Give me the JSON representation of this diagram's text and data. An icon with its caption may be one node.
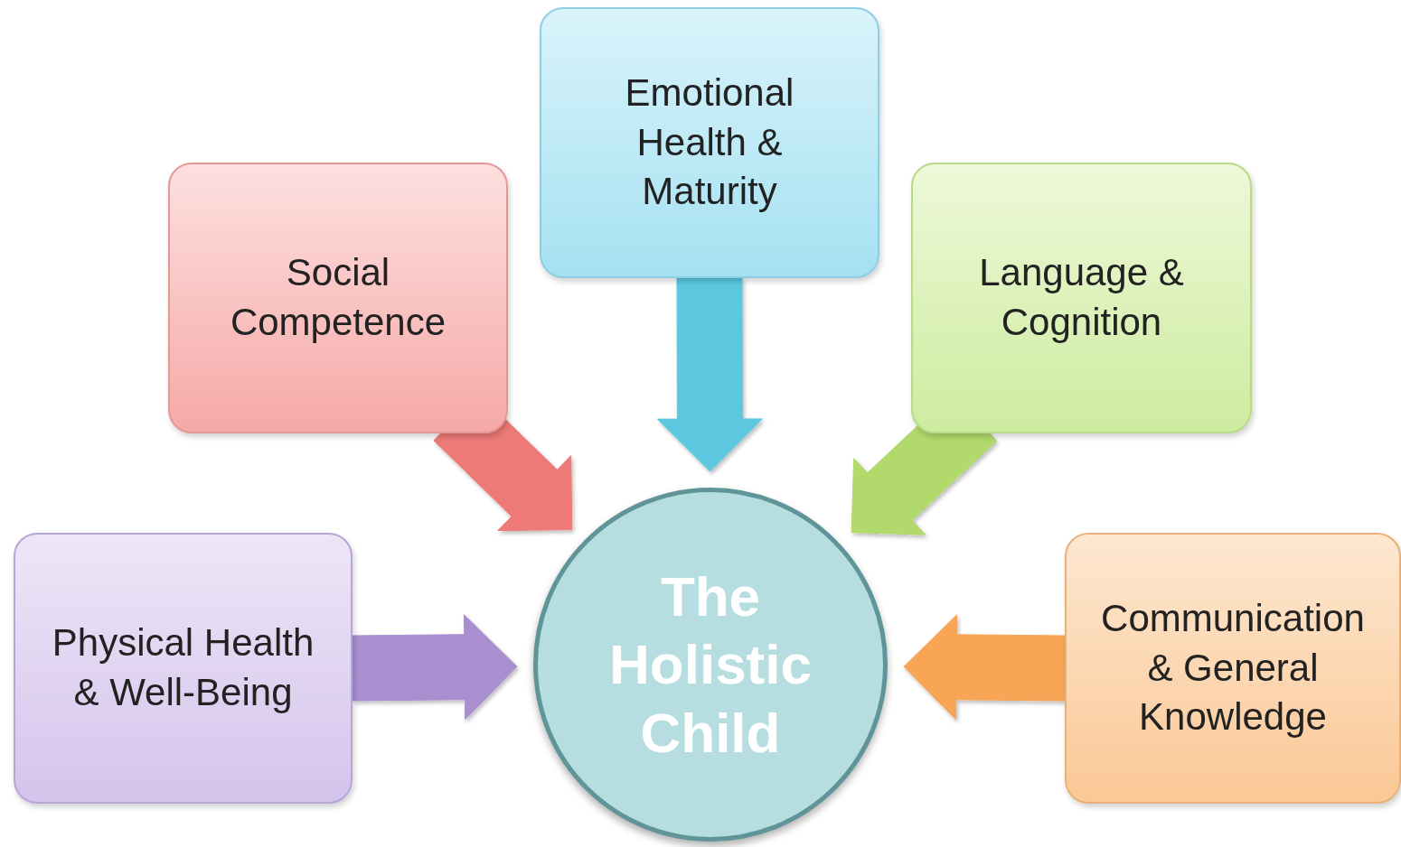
{
  "diagram": {
    "nodes": [
      {
        "text": [
          "Emotional Health & Maturity"
        ]
      },
      {
        "text": [
          "Social Competence"
        ]
      },
      {
        "text": [
          "Language & Cognition"
        ]
      },
      {
        "text": [
          "Physical Health & Well-Being"
        ]
      },
      {
        "text": [
          "The Holistic Child"
        ]
      },
      {
        "text": [
          "Communication & General Knowledge"
        ]
      }
    ],
    "edges": [
      {
        "from": 0,
        "to": 4,
        "arrow": "to",
        "color": "#5bc8e0"
      },
      {
        "from": 1,
        "to": 4,
        "arrow": "to",
        "color": "#ee7a77"
      },
      {
        "from": 2,
        "to": 4,
        "arrow": "to",
        "color": "#b2d96c"
      },
      {
        "from": 3,
        "to": 4,
        "arrow": "to",
        "color": "#a98fd0"
      },
      {
        "from": 5,
        "to": 4,
        "arrow": "to",
        "color": "#f8a555"
      }
    ]
  }
}
